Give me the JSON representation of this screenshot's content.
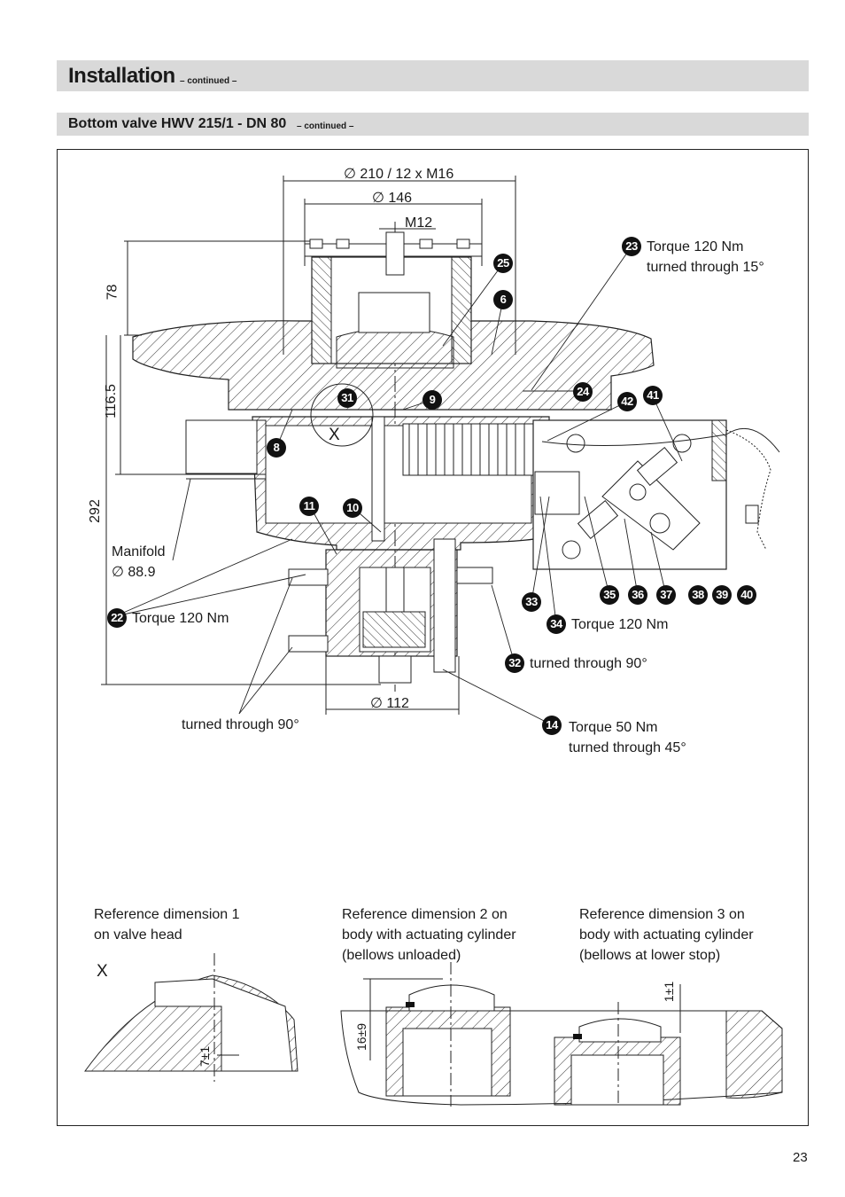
{
  "header": {
    "title": "Installation",
    "title_suffix": "– continued –",
    "section": "Bottom valve HWV 215/1 - DN 80",
    "section_suffix": "– continued –"
  },
  "dimensions": {
    "bolt_circle": "∅ 210 / 12 x M16",
    "d146": "∅ 146",
    "m12": "M12",
    "d78": "78",
    "d116": "116.5",
    "d292": "292",
    "d112": "∅ 112",
    "x_mark": "X"
  },
  "callouts": {
    "manifold_line1": "Manifold",
    "manifold_line2": "∅ 88.9",
    "c22": "Torque 120 Nm",
    "c23_line1": "Torque 120 Nm",
    "c23_line2": "turned through 15°",
    "c34": "Torque 120 Nm",
    "c32": "turned through 90°",
    "c14_line1": "Torque 50 Nm",
    "c14_line2": "turned through 45°",
    "turned_left": "turned through 90°"
  },
  "badges": {
    "b6": "6",
    "b8": "8",
    "b9": "9",
    "b10": "10",
    "b11": "11",
    "b14": "14",
    "b22": "22",
    "b23": "23",
    "b24": "24",
    "b25": "25",
    "b31": "31",
    "b32": "32",
    "b33": "33",
    "b34": "34",
    "b35": "35",
    "b36": "36",
    "b37": "37",
    "b38": "38",
    "b39": "39",
    "b40": "40",
    "b41": "41",
    "b42": "42"
  },
  "references": {
    "ref1_line1": "Reference dimension 1",
    "ref1_line2": "on valve head",
    "ref2_line1": "Reference dimension 2 on",
    "ref2_line2": "body with actuating cylinder",
    "ref2_line3": "(bellows unloaded)",
    "ref3_line1": "Reference dimension 3 on",
    "ref3_line2": "body with actuating cylinder",
    "ref3_line3": "(bellows at lower stop)",
    "ref_x": "X",
    "ref_dim7": "7±1",
    "ref_dim16": "16±9",
    "ref_dim1": "1±1"
  },
  "page_number": "23"
}
